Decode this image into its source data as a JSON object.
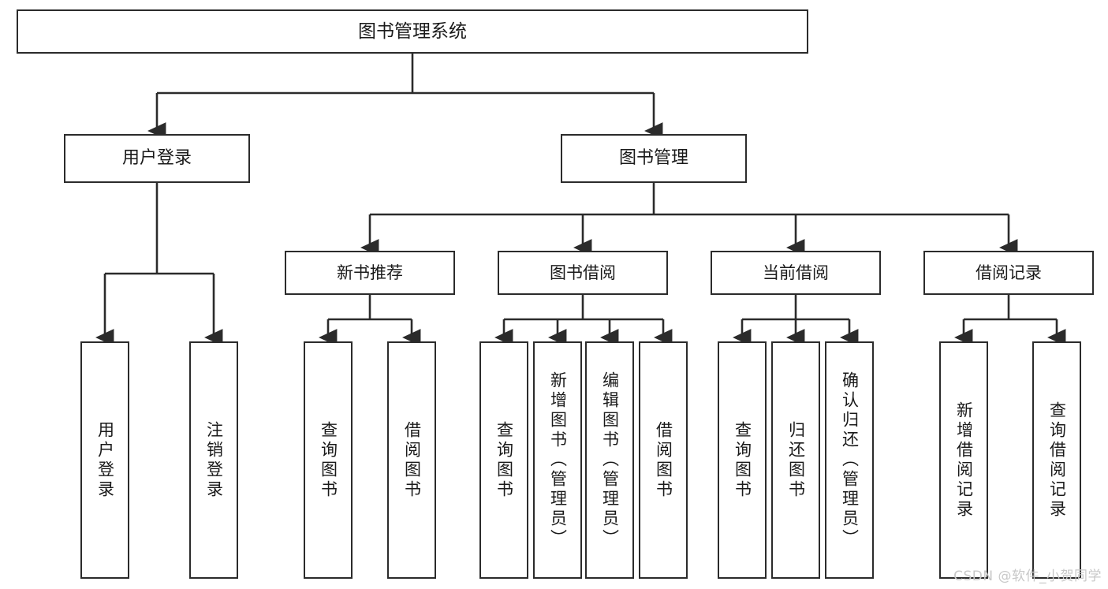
{
  "diagram": {
    "title": "图书管理系统",
    "watermark": "CSDN @软件_小贺同学",
    "line_color": "#2b2b2b",
    "box_fill": "#ffffff",
    "text_color": "#1a1a1a",
    "watermark_color": "#c8c8c8"
  },
  "root": {
    "label": "图书管理系统"
  },
  "level2": [
    {
      "label": "用户登录"
    },
    {
      "label": "图书管理"
    }
  ],
  "level3": [
    {
      "label": "新书推荐"
    },
    {
      "label": "图书借阅"
    },
    {
      "label": "当前借阅"
    },
    {
      "label": "借阅记录"
    }
  ],
  "leaves": {
    "user_login": [
      {
        "label": "用户登录"
      },
      {
        "label": "注销登录"
      }
    ],
    "new_book_recommend": [
      {
        "label": "查询图书"
      },
      {
        "label": "借阅图书"
      }
    ],
    "book_borrow": [
      {
        "label": "查询图书"
      },
      {
        "label": "新增图书（管理员）"
      },
      {
        "label": "编辑图书（管理员）"
      },
      {
        "label": "借阅图书"
      }
    ],
    "current_borrow": [
      {
        "label": "查询图书"
      },
      {
        "label": "归还图书"
      },
      {
        "label": "确认归还（管理员）"
      }
    ],
    "borrow_record": [
      {
        "label": "新增借阅记录"
      },
      {
        "label": "查询借阅记录"
      }
    ]
  }
}
